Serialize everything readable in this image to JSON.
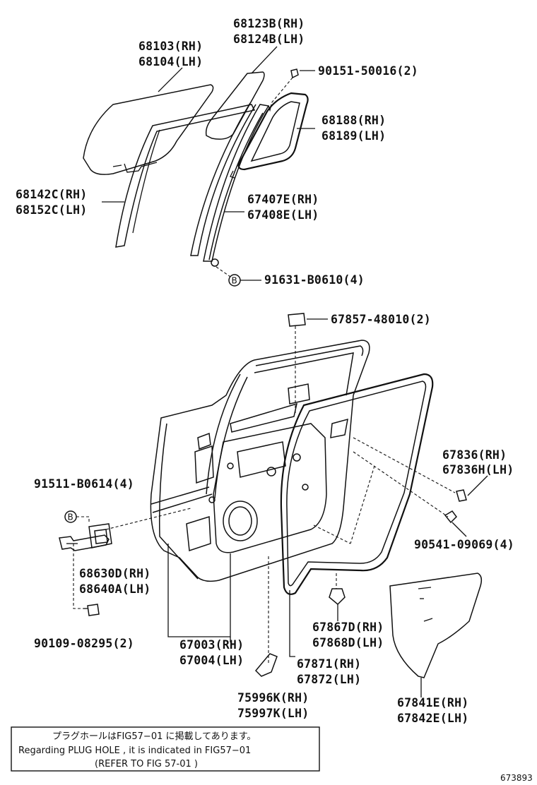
{
  "parts": {
    "p68123": [
      "68123B(RH)",
      "68124B(LH)"
    ],
    "p68103": [
      "68103(RH)",
      "68104(LH)"
    ],
    "p90151": [
      "90151-50016(2)"
    ],
    "p68188": [
      "68188(RH)",
      "68189(LH)"
    ],
    "p68142": [
      "68142C(RH)",
      "68152C(LH)"
    ],
    "p67407": [
      "67407E(RH)",
      "67408E(LH)"
    ],
    "p91631": [
      "91631-B0610(4)"
    ],
    "p67857": [
      "67857-48010(2)"
    ],
    "p67836": [
      "67836(RH)",
      "67836H(LH)"
    ],
    "p91511": [
      "91511-B0614(4)"
    ],
    "p90541": [
      "90541-09069(4)"
    ],
    "p68630": [
      "68630D(RH)",
      "68640A(LH)"
    ],
    "p67867": [
      "67867D(RH)",
      "67868D(LH)"
    ],
    "p90109": [
      "90109-08295(2)"
    ],
    "p67003": [
      "67003(RH)",
      "67004(LH)"
    ],
    "p67871": [
      "67871(RH)",
      "67872(LH)"
    ],
    "p75996": [
      "75996K(RH)",
      "75997K(LH)"
    ],
    "p67841": [
      "67841E(RH)",
      "67842E(LH)"
    ]
  },
  "note": {
    "line1": "プラグホールはFIG57−01 に掲載してあります。",
    "line2": "Regarding  PLUG HOLE , it is indicated  in  FIG57−01",
    "line3": "(REFER TO FIG 57-01 )"
  },
  "fig_number": "673893",
  "bolt_symbol": "B"
}
